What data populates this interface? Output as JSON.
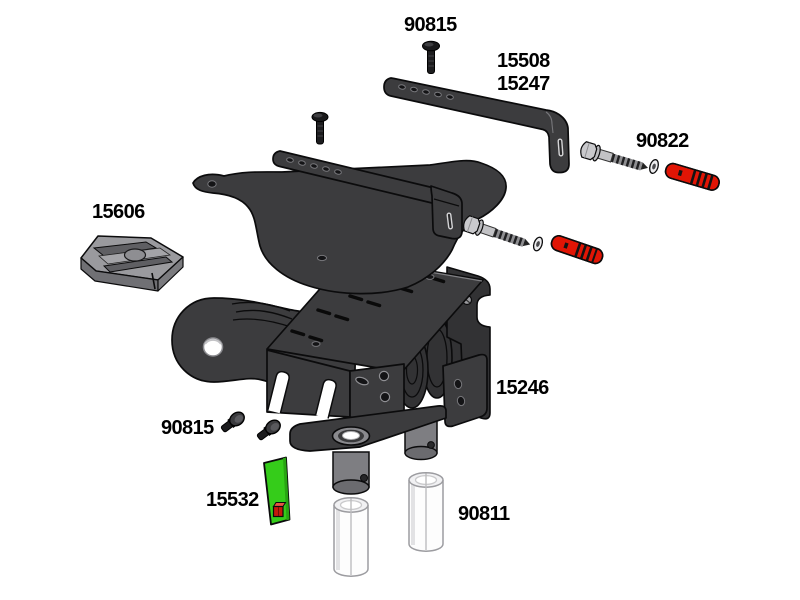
{
  "diagram": {
    "background": "#ffffff",
    "colors": {
      "background": "#ffffff",
      "part_dark": "#3c3c3e",
      "part_darker": "#323234",
      "outline": "#0b0b0c",
      "metal_light": "#c9c9cc",
      "post_gray": "#7e7e82",
      "anchor_red": "#e11505",
      "card_green": "#35cc1a",
      "component_red": "#c41a0b",
      "spacer_white": "#fdfdfd",
      "label_text": "#000000"
    },
    "parts": [
      {
        "id": "flat-screw-top",
        "label": "90815"
      },
      {
        "id": "mount-strap",
        "label": "15508"
      },
      {
        "id": "mount-strap-alt",
        "label": "15247"
      },
      {
        "id": "lag-screw-anchor",
        "label": "90822"
      },
      {
        "id": "slide-clip",
        "label": "15606"
      },
      {
        "id": "main-assembly",
        "label": "15246"
      },
      {
        "id": "button-screws",
        "label": "90815"
      },
      {
        "id": "indicator-card",
        "label": "15532"
      },
      {
        "id": "spacer-sleeves",
        "label": "90811"
      }
    ]
  }
}
